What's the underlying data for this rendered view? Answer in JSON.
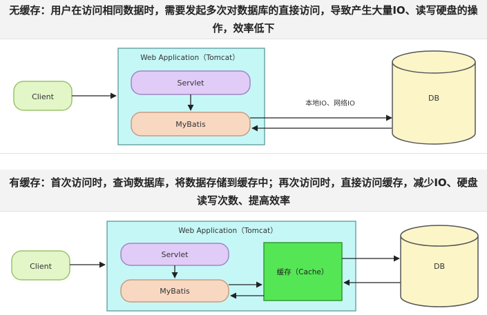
{
  "sections": [
    {
      "header": "无缓存：用户在访问相同数据时，需要发起多次对数据库的直接访问，导致产生大量IO、读写硬盘的操作，效率低下",
      "client": "Client",
      "app_title": "Web Application（Tomcat）",
      "servlet": "Servlet",
      "mybatis": "MyBatis",
      "db": "DB",
      "edge_label": "本地IO、网络IO"
    },
    {
      "header": "有缓存：首次访问时，查询数据库，将数据存储到缓存中；再次访问时，直接访问缓存，减少IO、硬盘读写次数、提高效率",
      "client": "Client",
      "app_title": "Web Application（Tomcat）",
      "servlet": "Servlet",
      "mybatis": "MyBatis",
      "cache": "缓存（Cache）",
      "db": "DB"
    }
  ],
  "colors": {
    "client_fill": "#e3f6c8",
    "client_stroke": "#9ac36a",
    "app_fill": "#c6f7f7",
    "app_stroke": "#6aa6a6",
    "servlet_fill": "#e1ccf7",
    "servlet_stroke": "#9d86c4",
    "mybatis_fill": "#f9d8c2",
    "mybatis_stroke": "#c89a7e",
    "cache_fill": "#55e655",
    "cache_stroke": "#2e9c2e",
    "db_fill": "#fbf5c8",
    "db_stroke": "#555555",
    "header_bg": "#f3f3f3"
  }
}
